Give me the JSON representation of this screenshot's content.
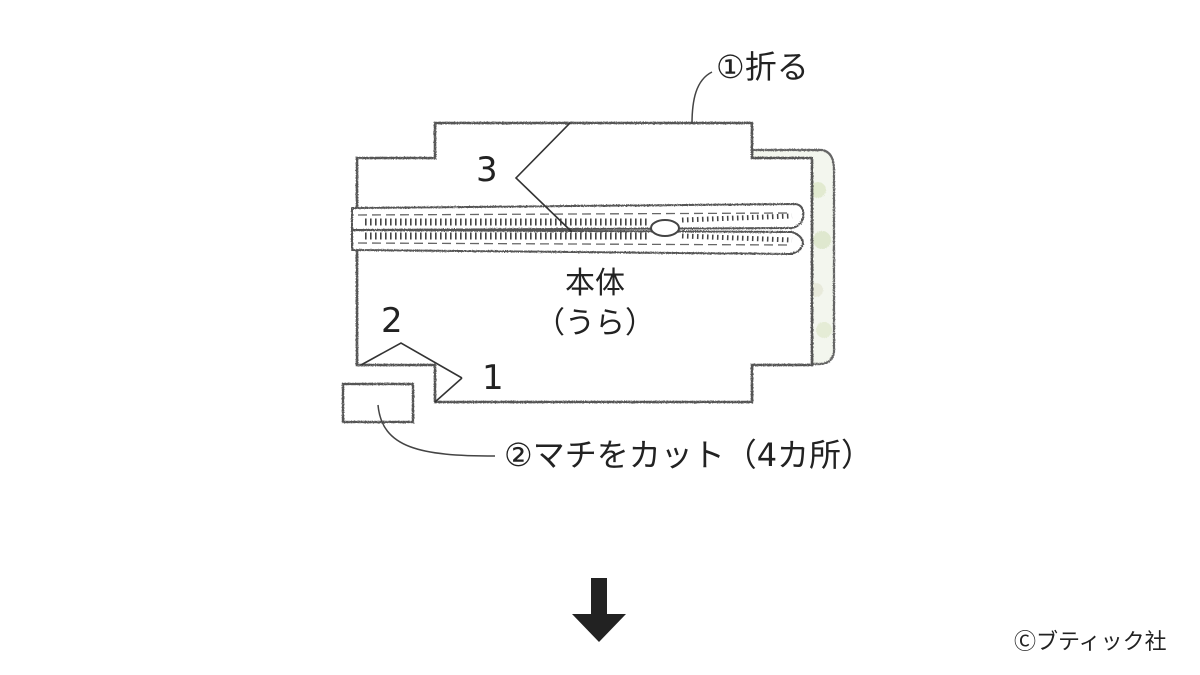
{
  "diagram": {
    "step_fold": "①折る",
    "step_cut": "②マチをカット（4カ所）",
    "body_label_line1": "本体",
    "body_label_line2": "（うら）",
    "marker_1": "1",
    "marker_2": "2",
    "marker_3": "3"
  },
  "footer": {
    "copyright": "Ⓒブティック社"
  },
  "icons": {
    "next_step": "arrow-down-icon"
  },
  "colors": {
    "line": "#555555",
    "ink": "#222222",
    "background": "#ffffff"
  }
}
